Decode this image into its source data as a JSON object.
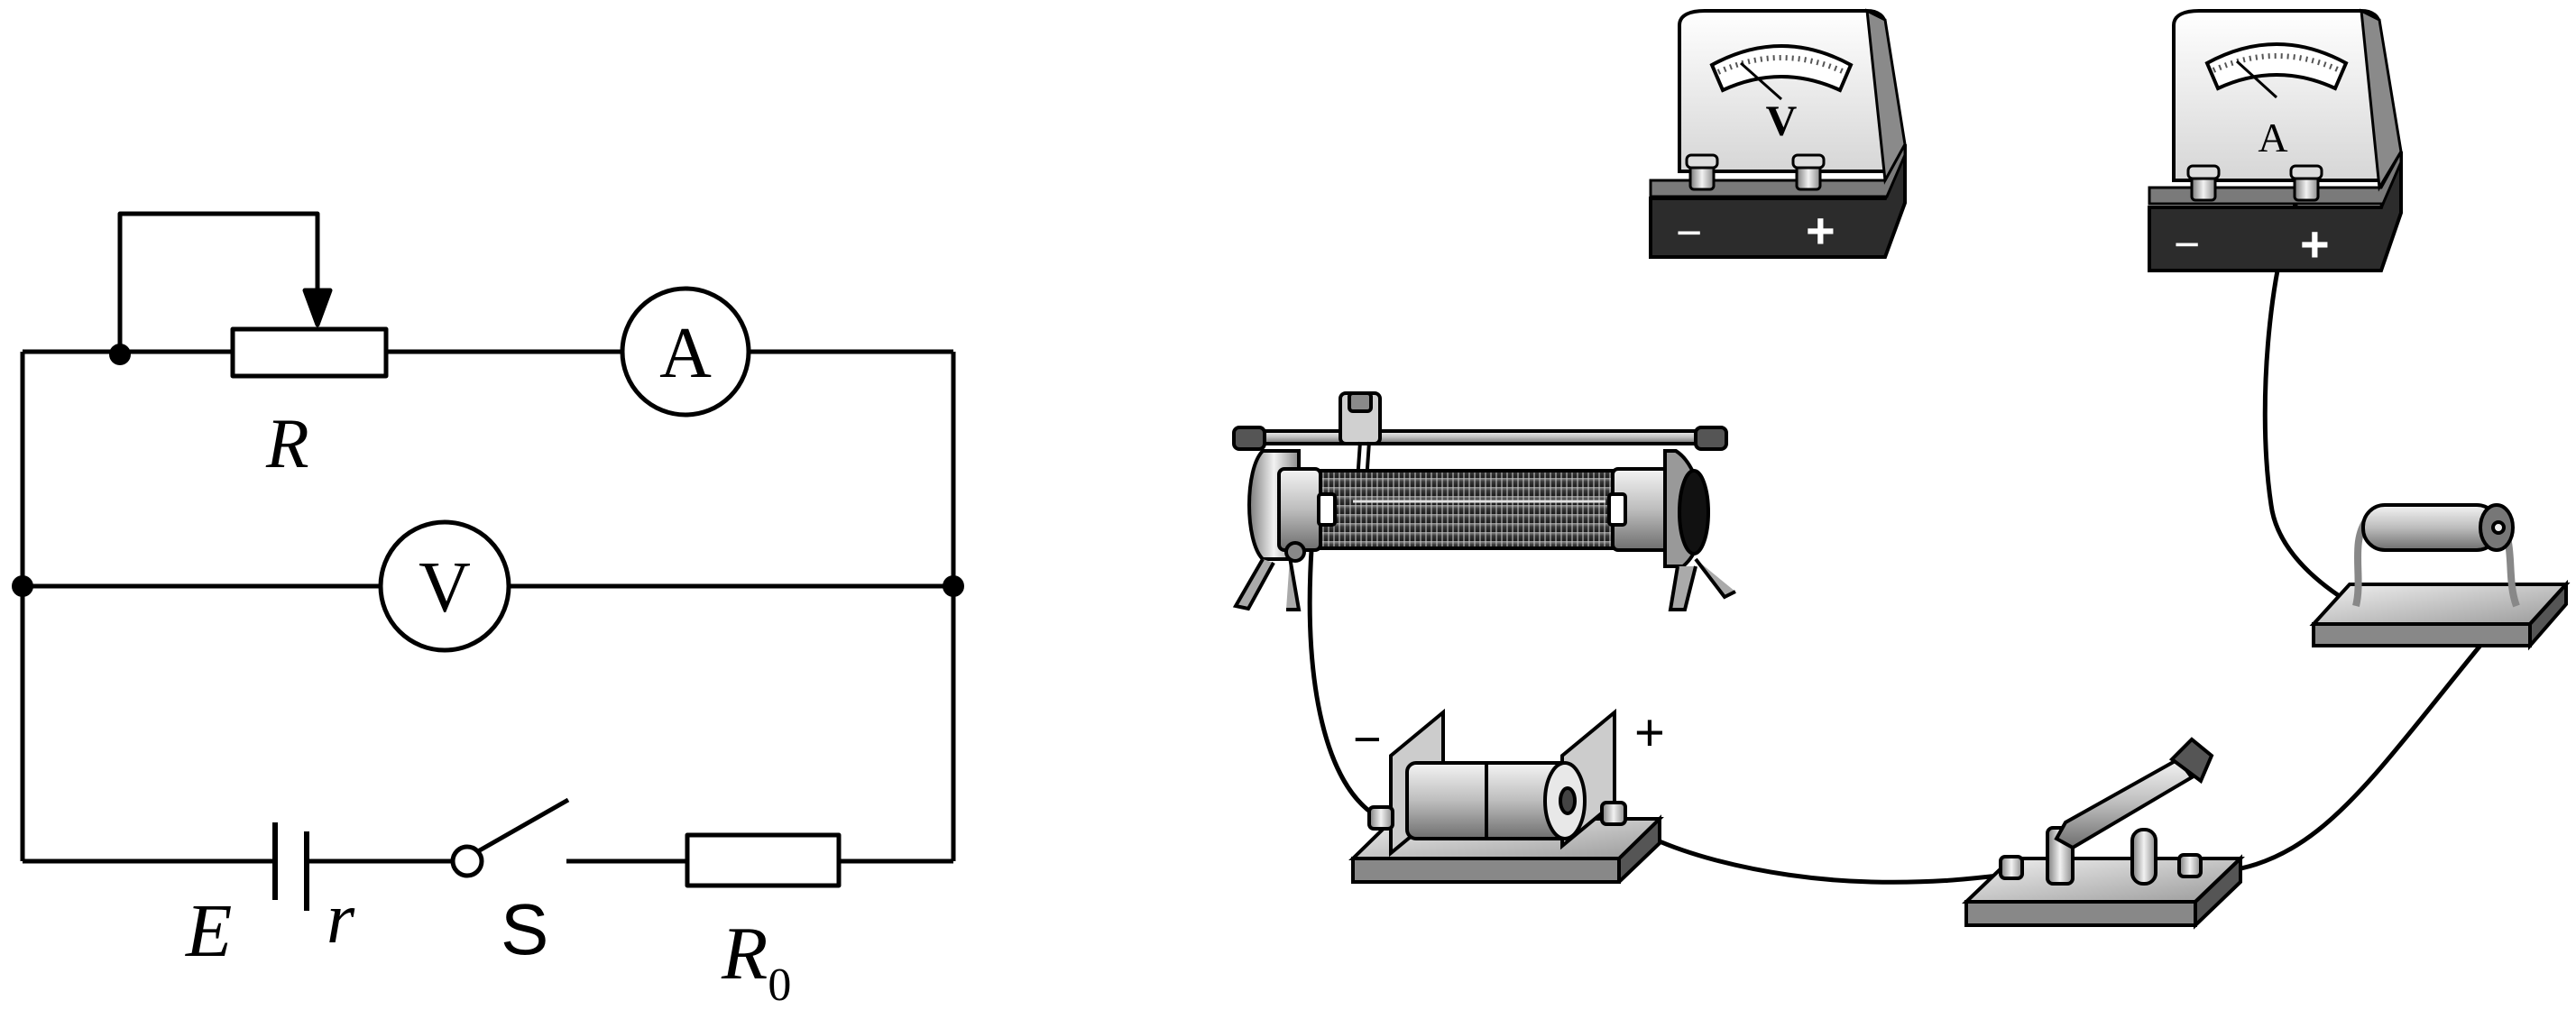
{
  "schematic": {
    "resistor_label": "R",
    "ammeter_symbol": "A",
    "voltmeter_symbol": "V",
    "emf_label": "E",
    "internal_resistance_label": "r",
    "switch_label": "S",
    "fixed_resistor_label": "R",
    "fixed_resistor_subscript": "0"
  },
  "apparatus": {
    "voltmeter_letter": "V",
    "ammeter_letter": "A",
    "voltmeter_neg": "−",
    "voltmeter_pos": "+",
    "ammeter_neg": "−",
    "ammeter_pos": "+",
    "battery_neg": "−",
    "battery_pos": "+"
  },
  "colors": {
    "line": "#000000",
    "meter_face": "#f2f2f2",
    "meter_base": "#3a3a3a",
    "metal": "#bdbdbd"
  }
}
